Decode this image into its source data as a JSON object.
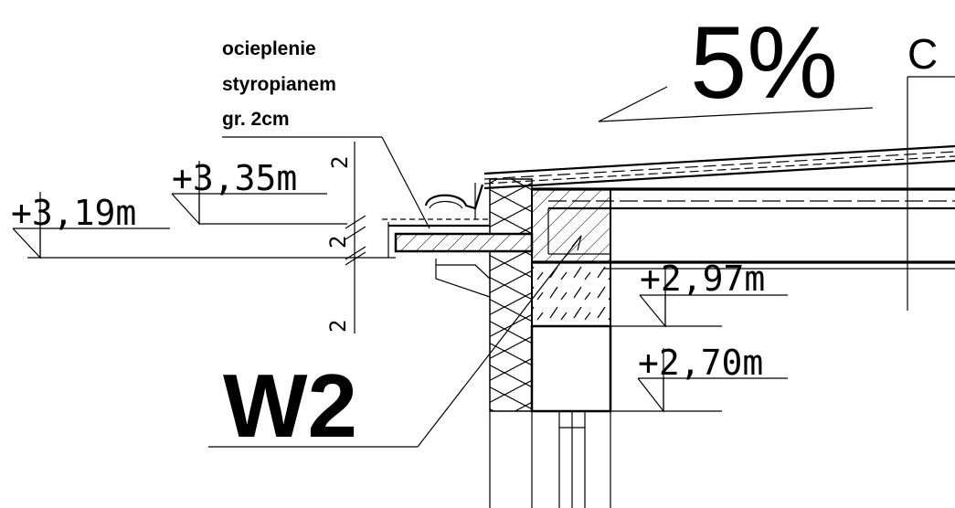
{
  "insulation_note": {
    "line1": "ocieplenie",
    "line2": "styropianem",
    "line3": "gr. 2cm"
  },
  "slope_label": "5%",
  "corner_letter": "C",
  "detail_label": "W2",
  "levels": {
    "level_319": "+3,19m",
    "level_335": "+3,35m",
    "level_297": "+2,97m",
    "level_270": "+2,70m"
  },
  "small_marks": {
    "mark_a": "2",
    "mark_b": "2",
    "mark_c": "2"
  }
}
